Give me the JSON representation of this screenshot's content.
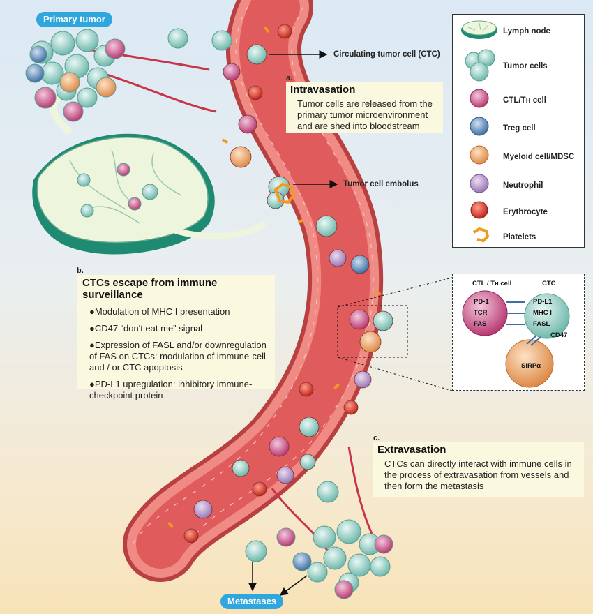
{
  "labels": {
    "primary_tumor": "Primary tumor",
    "metastases": "Metastases",
    "ctc_arrow": "Circulating tumor cell (CTC)",
    "embolus_arrow": "Tumor cell embolus"
  },
  "section_a": {
    "letter": "a.",
    "title": "Intravasation",
    "text": "Tumor cells are released from the primary tumor microenvironment and are shed into bloodstream"
  },
  "section_b": {
    "letter": "b.",
    "title": "CTCs escape from immune surveillance",
    "bullets": [
      "●Modulation of MHC I presentation",
      "●CD47 “don't eat me” signal",
      "●Expression of FASL and/or downregulation of FAS on CTCs: modulation of immune-cell and / or CTC apoptosis",
      "●PD-L1 upregulation: inhibitory immune-checkpoint protein"
    ]
  },
  "section_c": {
    "letter": "c.",
    "title": "Extravasation",
    "text": "CTCs  can directly interact with immune cells in the process of extravasation from vessels and then form the metastasis"
  },
  "legend": {
    "items": [
      {
        "label": "Lymph node",
        "icon": "lymph-node-icon"
      },
      {
        "label": "Tumor cells",
        "icon": "tumor-cells-icon"
      },
      {
        "label": "CTL/Tʜ cell",
        "icon": "ctl-cell-icon"
      },
      {
        "label": "Treg cell",
        "icon": "treg-cell-icon"
      },
      {
        "label": "Myeloid cell/MDSC",
        "icon": "myeloid-cell-icon"
      },
      {
        "label": "Neutrophil",
        "icon": "neutrophil-icon"
      },
      {
        "label": "Erythrocyte",
        "icon": "erythrocyte-icon"
      },
      {
        "label": "Platelets",
        "icon": "platelets-icon"
      }
    ]
  },
  "inset": {
    "ctl_title": "CTL / Tʜ cell",
    "ctc_title": "CTC",
    "ctl_receptors": [
      "PD-1",
      "TCR",
      "FAS"
    ],
    "ctc_ligands": [
      "PD-L1",
      "MHC I",
      "FASL"
    ],
    "cd47": "CD47",
    "sirpa": "SIRPα"
  },
  "colors": {
    "vessel": "#e06a6a",
    "vessel_wall": "#c94a4a",
    "tumor": "#a9d8cf",
    "ctl": "#d45a8c",
    "treg": "#5f8fbf",
    "myeloid": "#f0a870",
    "erythrocyte": "#e0392b",
    "platelet": "#f39a1e",
    "lymph": "#e8f4d8"
  }
}
